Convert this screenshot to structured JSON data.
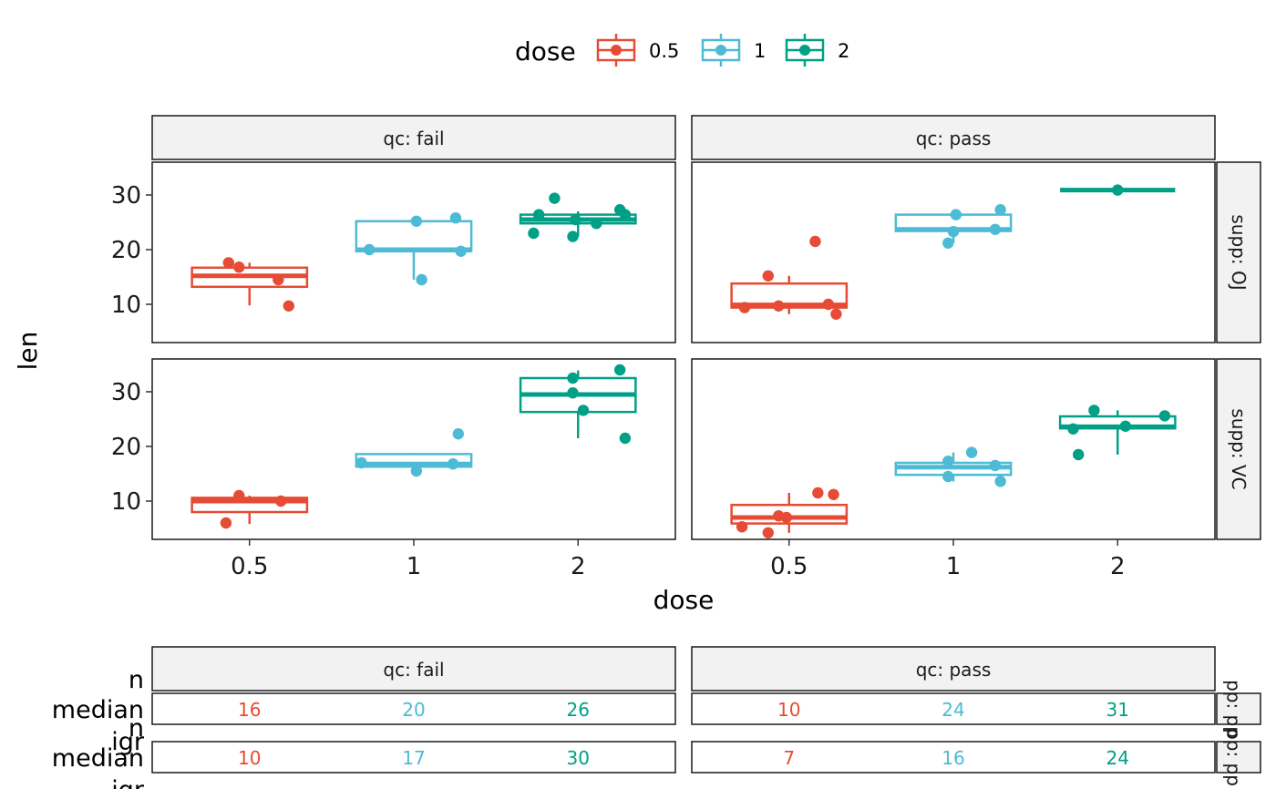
{
  "colors": {
    "0.5": "#E64B35",
    "1": "#4DBBD5",
    "2": "#00A087"
  },
  "legend": {
    "title": "dose",
    "items": [
      "0.5",
      "1",
      "2"
    ]
  },
  "chart_data": {
    "type": "box",
    "xlabel": "dose",
    "ylabel": "len",
    "categories": [
      "0.5",
      "1",
      "2"
    ],
    "yticks": [
      10,
      20,
      30
    ],
    "ylim": [
      3,
      36
    ],
    "col_facets": [
      "qc: fail",
      "qc: pass"
    ],
    "row_facets": [
      "supp: OJ",
      "supp: VC"
    ],
    "panels": [
      {
        "row": 0,
        "col": 0,
        "boxes": [
          {
            "dose": "0.5",
            "q1": 13.2,
            "median": 15.2,
            "q3": 16.7,
            "wlo": 9.8,
            "whi": 17.6
          },
          {
            "dose": "1",
            "q1": 19.7,
            "median": 20.0,
            "q3": 25.2,
            "wlo": 14.5,
            "whi": 25.8
          },
          {
            "dose": "2",
            "q1": 24.8,
            "median": 25.5,
            "q3": 26.4,
            "wlo": 22.4,
            "whi": 27.0
          }
        ],
        "points": [
          {
            "dose": "0.5",
            "dx": -0.08,
            "y": 17.6
          },
          {
            "dose": "0.5",
            "dx": -0.04,
            "y": 16.8
          },
          {
            "dose": "0.5",
            "dx": 0.11,
            "y": 14.5
          },
          {
            "dose": "0.5",
            "dx": 0.15,
            "y": 9.7
          },
          {
            "dose": "1",
            "dx": -0.17,
            "y": 20.0
          },
          {
            "dose": "1",
            "dx": 0.01,
            "y": 25.2
          },
          {
            "dose": "1",
            "dx": 0.16,
            "y": 25.8
          },
          {
            "dose": "1",
            "dx": 0.03,
            "y": 14.5
          },
          {
            "dose": "1",
            "dx": 0.18,
            "y": 19.7
          },
          {
            "dose": "2",
            "dx": -0.17,
            "y": 23.0
          },
          {
            "dose": "2",
            "dx": -0.15,
            "y": 26.4
          },
          {
            "dose": "2",
            "dx": -0.09,
            "y": 29.4
          },
          {
            "dose": "2",
            "dx": -0.02,
            "y": 22.4
          },
          {
            "dose": "2",
            "dx": -0.01,
            "y": 25.5
          },
          {
            "dose": "2",
            "dx": 0.07,
            "y": 24.8
          },
          {
            "dose": "2",
            "dx": 0.16,
            "y": 27.3
          },
          {
            "dose": "2",
            "dx": 0.18,
            "y": 26.4
          }
        ]
      },
      {
        "row": 0,
        "col": 1,
        "boxes": [
          {
            "dose": "0.5",
            "q1": 9.4,
            "median": 9.9,
            "q3": 13.8,
            "wlo": 8.2,
            "whi": 15.2
          },
          {
            "dose": "1",
            "q1": 23.4,
            "median": 23.7,
            "q3": 26.4,
            "wlo": 21.2,
            "whi": 27.3
          },
          {
            "dose": "2",
            "q1": 30.9,
            "median": 30.9,
            "q3": 30.9,
            "wlo": 30.9,
            "whi": 30.9
          }
        ],
        "points": [
          {
            "dose": "0.5",
            "dx": -0.17,
            "y": 9.4
          },
          {
            "dose": "0.5",
            "dx": -0.08,
            "y": 15.2
          },
          {
            "dose": "0.5",
            "dx": -0.04,
            "y": 9.7
          },
          {
            "dose": "0.5",
            "dx": 0.1,
            "y": 21.5
          },
          {
            "dose": "0.5",
            "dx": 0.15,
            "y": 10.0
          },
          {
            "dose": "0.5",
            "dx": 0.18,
            "y": 8.2
          },
          {
            "dose": "1",
            "dx": -0.02,
            "y": 21.2
          },
          {
            "dose": "1",
            "dx": 0.0,
            "y": 23.3
          },
          {
            "dose": "1",
            "dx": 0.01,
            "y": 26.4
          },
          {
            "dose": "1",
            "dx": 0.16,
            "y": 23.7
          },
          {
            "dose": "1",
            "dx": 0.18,
            "y": 27.3
          },
          {
            "dose": "2",
            "dx": 0.0,
            "y": 30.9
          }
        ]
      },
      {
        "row": 1,
        "col": 0,
        "boxes": [
          {
            "dose": "0.5",
            "q1": 8.0,
            "median": 10.0,
            "q3": 10.6,
            "wlo": 5.8,
            "whi": 11.0
          },
          {
            "dose": "1",
            "q1": 16.3,
            "median": 16.8,
            "q3": 18.6,
            "wlo": 15.5,
            "whi": 18.8
          },
          {
            "dose": "2",
            "q1": 26.3,
            "median": 29.5,
            "q3": 32.5,
            "wlo": 21.5,
            "whi": 33.9
          }
        ],
        "points": [
          {
            "dose": "0.5",
            "dx": -0.09,
            "y": 6.0
          },
          {
            "dose": "0.5",
            "dx": -0.04,
            "y": 11.0
          },
          {
            "dose": "0.5",
            "dx": 0.12,
            "y": 10.0
          },
          {
            "dose": "1",
            "dx": -0.2,
            "y": 17.0
          },
          {
            "dose": "1",
            "dx": 0.01,
            "y": 15.5
          },
          {
            "dose": "1",
            "dx": 0.15,
            "y": 16.8
          },
          {
            "dose": "1",
            "dx": 0.17,
            "y": 22.3
          },
          {
            "dose": "2",
            "dx": -0.02,
            "y": 32.5
          },
          {
            "dose": "2",
            "dx": -0.02,
            "y": 29.8
          },
          {
            "dose": "2",
            "dx": 0.02,
            "y": 26.6
          },
          {
            "dose": "2",
            "dx": 0.16,
            "y": 34.0
          },
          {
            "dose": "2",
            "dx": 0.18,
            "y": 21.5
          }
        ]
      },
      {
        "row": 1,
        "col": 1,
        "boxes": [
          {
            "dose": "0.5",
            "q1": 5.9,
            "median": 7.0,
            "q3": 9.3,
            "wlo": 4.2,
            "whi": 11.5
          },
          {
            "dose": "1",
            "q1": 14.8,
            "median": 16.2,
            "q3": 17.0,
            "wlo": 13.6,
            "whi": 18.9
          },
          {
            "dose": "2",
            "q1": 23.3,
            "median": 23.6,
            "q3": 25.5,
            "wlo": 18.5,
            "whi": 26.6
          }
        ],
        "points": [
          {
            "dose": "0.5",
            "dx": -0.18,
            "y": 5.3
          },
          {
            "dose": "0.5",
            "dx": -0.08,
            "y": 4.2
          },
          {
            "dose": "0.5",
            "dx": -0.04,
            "y": 7.3
          },
          {
            "dose": "0.5",
            "dx": -0.01,
            "y": 7.0
          },
          {
            "dose": "0.5",
            "dx": 0.11,
            "y": 11.5
          },
          {
            "dose": "0.5",
            "dx": 0.17,
            "y": 11.2
          },
          {
            "dose": "1",
            "dx": -0.02,
            "y": 17.3
          },
          {
            "dose": "1",
            "dx": -0.02,
            "y": 14.5
          },
          {
            "dose": "1",
            "dx": 0.07,
            "y": 18.9
          },
          {
            "dose": "1",
            "dx": 0.16,
            "y": 16.5
          },
          {
            "dose": "1",
            "dx": 0.18,
            "y": 13.6
          },
          {
            "dose": "2",
            "dx": -0.17,
            "y": 23.2
          },
          {
            "dose": "2",
            "dx": -0.09,
            "y": 26.6
          },
          {
            "dose": "2",
            "dx": 0.03,
            "y": 23.7
          },
          {
            "dose": "2",
            "dx": 0.18,
            "y": 25.6
          },
          {
            "dose": "2",
            "dx": -0.15,
            "y": 18.5
          }
        ]
      }
    ]
  },
  "table": {
    "row_labels_a": [
      "n",
      "median",
      "igr"
    ],
    "row_labels_b": [
      "n",
      "median",
      "igr"
    ],
    "col_facets": [
      "qc: fail",
      "qc: pass"
    ],
    "row_strips": [
      "pp: pp",
      "pp: pp"
    ],
    "rows": [
      {
        "fail": [
          "16",
          "20",
          "26"
        ],
        "pass": [
          "10",
          "24",
          "31"
        ]
      },
      {
        "fail": [
          "10",
          "17",
          "30"
        ],
        "pass": [
          "7",
          "16",
          "24"
        ]
      }
    ]
  }
}
